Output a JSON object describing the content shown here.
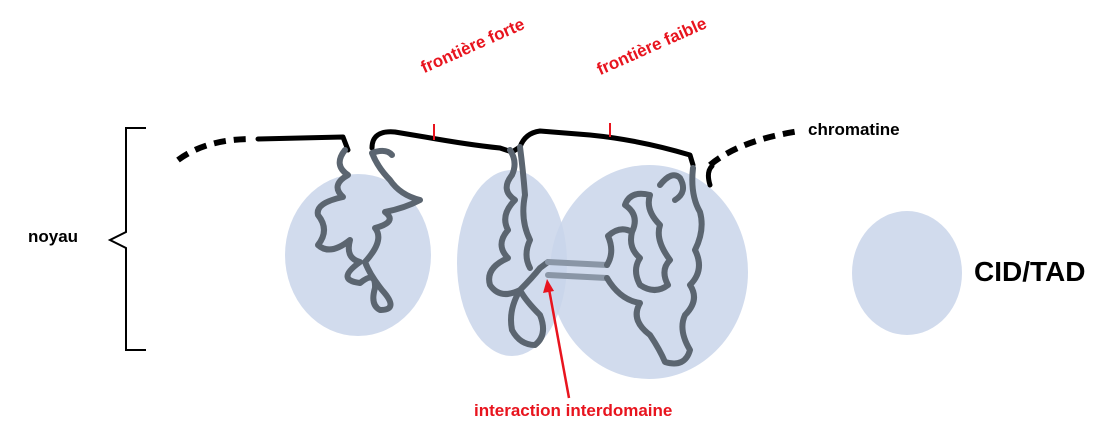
{
  "labels": {
    "nucleus": "noyau",
    "chromatin": "chromatine",
    "strong_boundary": "frontière forte",
    "weak_boundary": "frontière faible",
    "interdomain_interaction": "interaction interdomaine",
    "cid_tad": "CID/TAD"
  },
  "colors": {
    "accent_red": "#e8141e",
    "domain_fill": "#c9d5ea",
    "chromatin_inner": "#5b6570",
    "chromatin_outer": "#000000"
  }
}
